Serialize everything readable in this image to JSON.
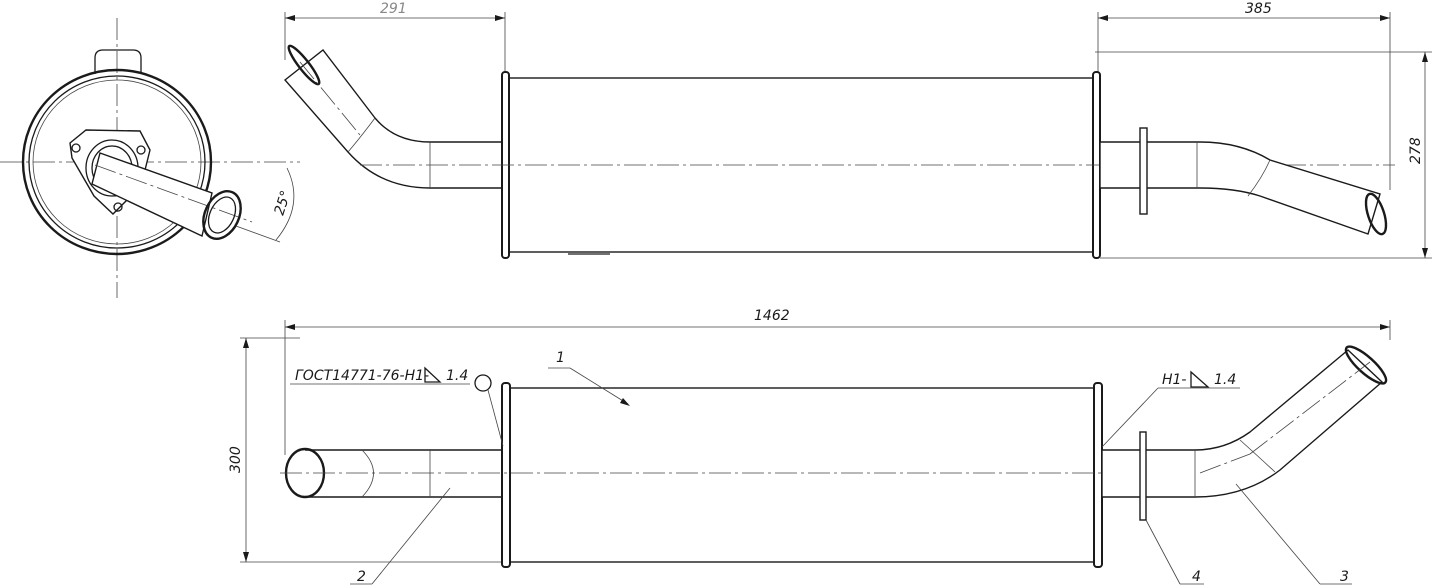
{
  "dimensions": {
    "top_inlet_length": "291",
    "top_outlet_length": "385",
    "top_height": "278",
    "total_length": "1462",
    "front_height": "300",
    "angle": "25°"
  },
  "weld_notes": {
    "left": "ГОСТ14771-76-Н1-",
    "left_size": "1.4",
    "right": "Н1-",
    "right_size": "1.4"
  },
  "callouts": [
    "1",
    "2",
    "3",
    "4"
  ]
}
